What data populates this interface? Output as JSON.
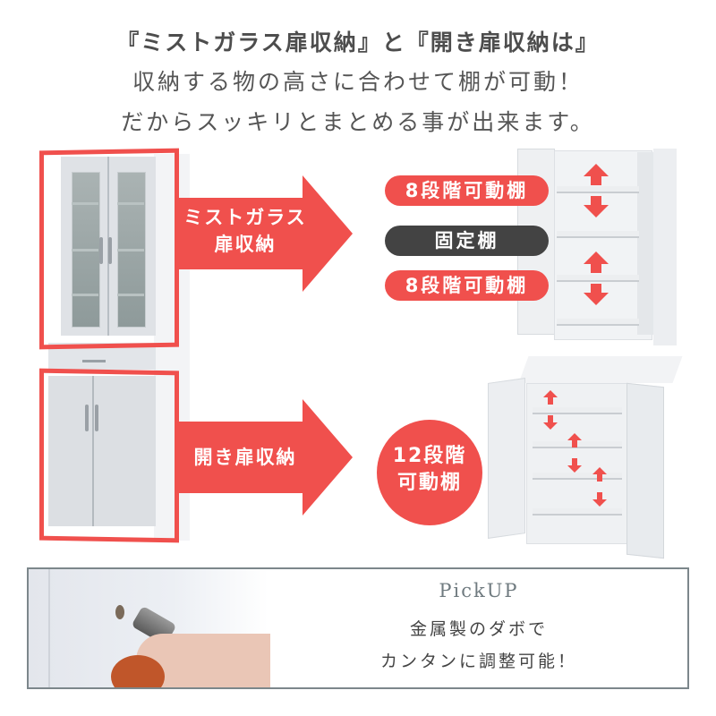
{
  "headline": {
    "line1": "『ミストガラス扉収納』と『開き扉収納は』",
    "line2": "収納する物の高さに合わせて棚が可動！",
    "line3": "だからスッキリとまとめる事が出来ます。"
  },
  "arrows": [
    {
      "label_line1": "ミストガラス",
      "label_line2": "扉収納"
    },
    {
      "label": "開き扉収納"
    }
  ],
  "upper_cabinet": {
    "labels": [
      "8段階可動棚",
      "固定棚",
      "8段階可動棚"
    ]
  },
  "lower_cabinet": {
    "badge_line1": "12段階",
    "badge_line2": "可動棚"
  },
  "pickup": {
    "title": "PickUP",
    "line1": "金属製のダボで",
    "line2": "カンタンに調整可能！"
  },
  "colors": {
    "accent_red": "#f0504d",
    "dark_pill": "#434343",
    "text": "#4d4d4d",
    "pickup_border": "#7c878b"
  }
}
